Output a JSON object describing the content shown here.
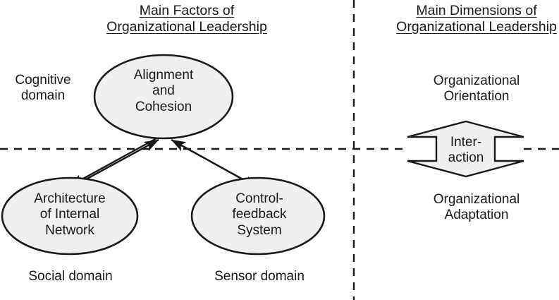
{
  "titles": {
    "left": {
      "line1": "Main Factors of",
      "line2": "Organizational Leadership"
    },
    "right": {
      "line1": "Main Dimensions of",
      "line2": "Organizational Leadership"
    }
  },
  "domains": {
    "cognitive": {
      "line1": "Cognitive",
      "line2": "domain"
    },
    "social": "Social domain",
    "sensor": "Sensor domain"
  },
  "nodes": {
    "alignment": {
      "line1": "Alignment",
      "line2": "and",
      "line3": "Cohesion"
    },
    "architecture": {
      "line1": "Architecture",
      "line2": "of Internal",
      "line3": "Network"
    },
    "control": {
      "line1": "Control-",
      "line2": "feedback",
      "line3": "System"
    }
  },
  "dimensions": {
    "orientation": {
      "line1": "Organizational",
      "line2": "Orientation"
    },
    "adaptation": {
      "line1": "Organizational",
      "line2": "Adaptation"
    },
    "interaction": {
      "line1": "Inter-",
      "line2": "action"
    }
  },
  "colors": {
    "node_fill": "#efefef",
    "stroke": "#1a1a1a",
    "text": "#1a1a1a",
    "background": "#ffffff"
  }
}
